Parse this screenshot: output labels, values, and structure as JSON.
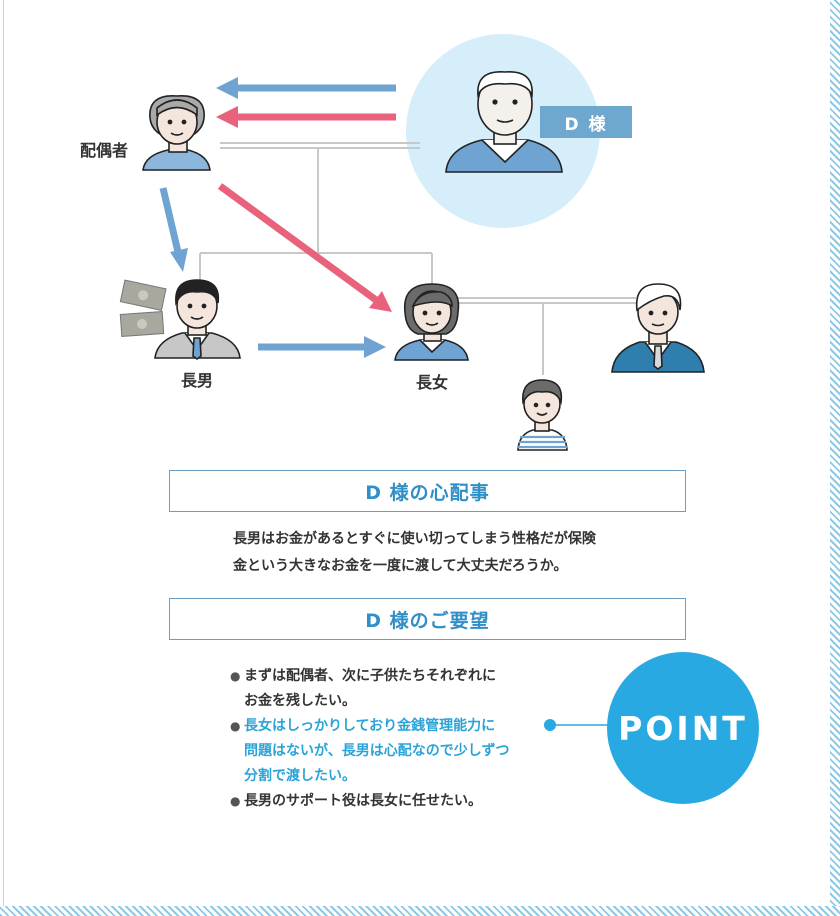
{
  "diagram": {
    "client_label": "D 様",
    "spouse_label": "配偶者",
    "son_label": "長男",
    "daughter_label": "長女"
  },
  "concern": {
    "title": "D 様の心配事",
    "lines": [
      "長男はお金があるとすぐに使い切ってしまう性格だが保険",
      "金という大きなお金を一度に渡して大丈夫だろうか。"
    ]
  },
  "wishes": {
    "title": "D 様のご要望",
    "items": [
      {
        "lines": [
          "まずは配偶者、次に子供たちそれぞれに",
          "お金を残したい。"
        ],
        "highlight": false
      },
      {
        "lines": [
          "長女はしっかりしており金銭管理能力に",
          "問題はないが、長男は心配なので少しずつ",
          "分割で渡したい。"
        ],
        "highlight": true
      },
      {
        "lines": [
          "長男のサポート役は長女に任せたい。"
        ],
        "highlight": false
      }
    ]
  },
  "point": {
    "label": "POINT"
  },
  "colors": {
    "blue_arrow": "#6fa3d2",
    "red_arrow": "#e8627b",
    "accent": "#28a9e1",
    "client_bg": "#d6eef9",
    "line": "#c8c8c8"
  }
}
